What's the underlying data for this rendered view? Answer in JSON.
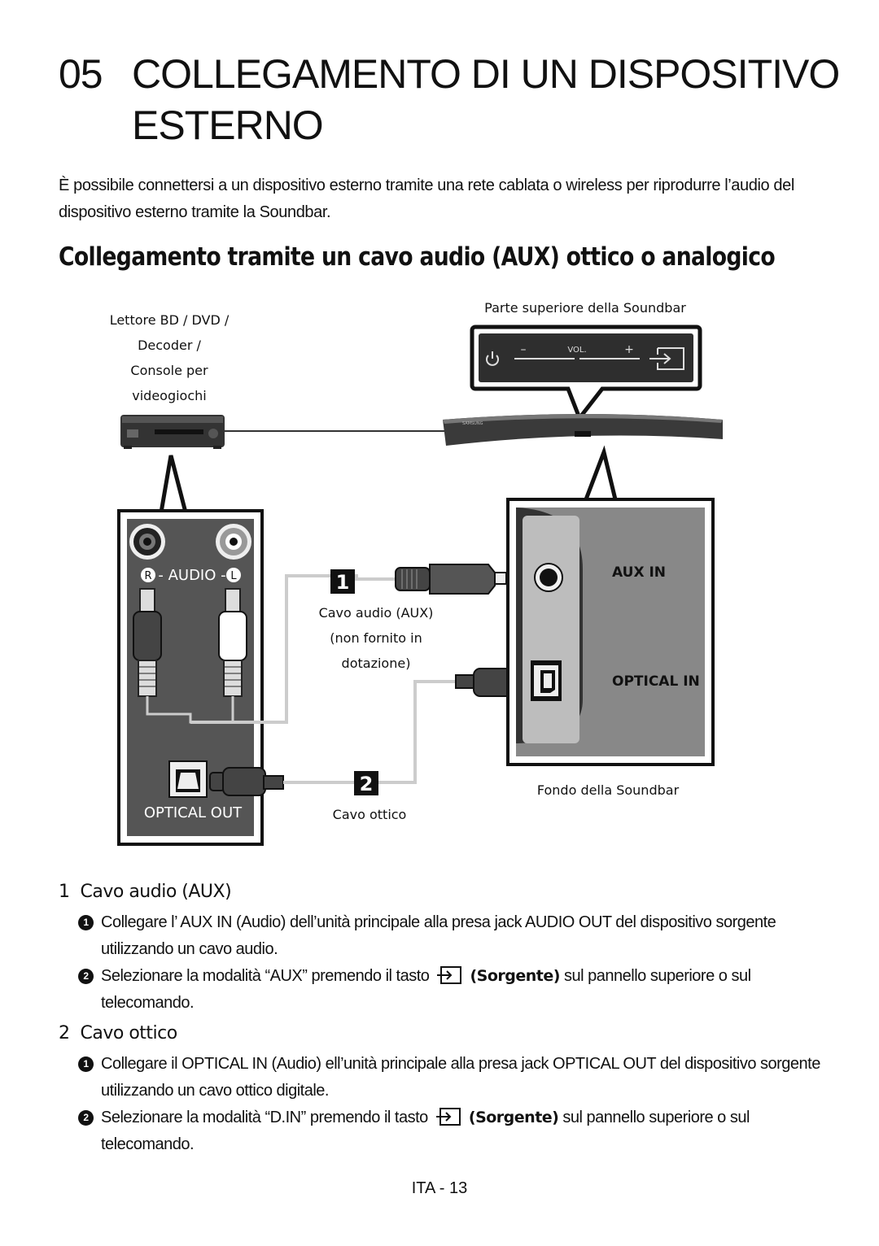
{
  "header": {
    "chapter_number": "05",
    "title_line1": "COLLEGAMENTO DI UN DISPOSITIVO",
    "title_line2": "ESTERNO"
  },
  "intro": "È possibile connettersi a un dispositivo esterno tramite una rete cablata o wireless per riprodurre l’audio del dispositivo esterno tramite la Soundbar.",
  "section": {
    "title": "Collegamento tramite un cavo audio (AUX) ottico o analogico"
  },
  "diagram": {
    "source_device_label": [
      "Lettore BD / DVD /",
      "Decoder /",
      "Console per",
      "videogiochi"
    ],
    "top_label": "Parte superiore della Soundbar",
    "bottom_label": "Fondo della Soundbar",
    "vol_label": "VOL.",
    "minus_label": "–",
    "plus_label": "+",
    "audio_panel_label": "- AUDIO -",
    "audio_r": "R",
    "audio_l": "L",
    "optical_out_label": "OPTICAL OUT",
    "aux_in_label": "AUX IN",
    "optical_in_label": "OPTICAL IN",
    "marker_1": "1",
    "marker_2": "2",
    "aux_cable_label": [
      "Cavo audio (AUX)",
      "(non fornito in",
      "dotazione)"
    ],
    "optical_cable_label": "Cavo ottico",
    "brand_text": "SAMSUNG"
  },
  "instructions": [
    {
      "number": "1",
      "title": "Cavo audio (AUX)",
      "steps": [
        {
          "bullet": "1",
          "text": "Collegare l’ AUX IN (Audio) dell’unità principale alla presa jack AUDIO OUT del dispositivo sorgente utilizzando un cavo audio."
        },
        {
          "bullet": "2",
          "pre": "Selezionare la modalità “AUX” premendo il tasto",
          "bold": "(Sorgente)",
          "post": "sul pannello superiore o sul telecomando."
        }
      ]
    },
    {
      "number": "2",
      "title": "Cavo ottico",
      "steps": [
        {
          "bullet": "1",
          "text": "Collegare il OPTICAL IN (Audio) ell’unità principale alla presa jack OPTICAL OUT del dispositivo sorgente utilizzando un cavo ottico digitale."
        },
        {
          "bullet": "2",
          "pre": "Selezionare la modalità “D.IN” premendo il tasto",
          "bold": "(Sorgente)",
          "post": "sul pannello superiore o sul telecomando."
        }
      ]
    }
  ],
  "footer": {
    "page_label": "ITA - 13"
  },
  "icons": {
    "source": "source-icon",
    "power": "power-icon"
  }
}
